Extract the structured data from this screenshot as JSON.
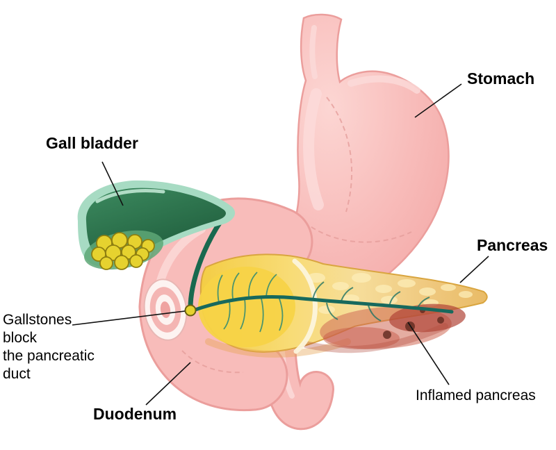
{
  "figure": {
    "type": "medical-illustration",
    "subject": "Gallstones blocking the pancreatic duct",
    "background": "#ffffff"
  },
  "labels": {
    "stomach": "Stomach",
    "gall_bladder": "Gall bladder",
    "pancreas": "Pancreas",
    "gallstones_note": "Gallstones\nblock\nthe pancreatic\nduct",
    "duodenum": "Duodenum",
    "inflamed_pancreas": "Inflamed pancreas"
  },
  "colors": {
    "stomach_pink": "#f8bcba",
    "stomach_outline": "#eb9e9c",
    "gall_bladder_rim": "#a7dbc3",
    "gall_bladder_green": "#2f7a52",
    "gallstone_yellow": "#e6d22f",
    "pancreas_yellow": "#f6d96e",
    "inflamed_red": "#b04437",
    "duct_teal": "#17695d",
    "label_color": "#000000"
  }
}
